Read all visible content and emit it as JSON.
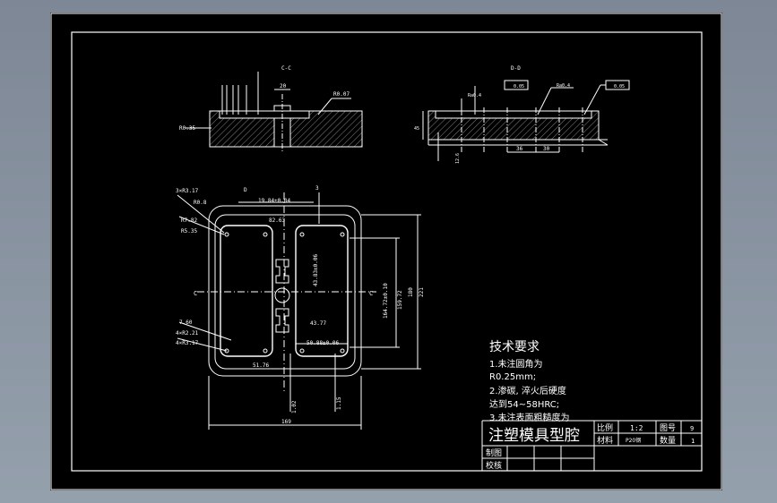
{
  "sections": {
    "cc_label": "C-C",
    "dd_label": "D-D"
  },
  "dims": {
    "cc_r": "R0.35",
    "cc_20": "20",
    "cc_r07": "R0.07",
    "dd_ra": "Ra0.4",
    "dd_ra2": "Ra0.4",
    "dd_tol1": "0.05",
    "dd_tol2": "0.05",
    "dd_h": "45",
    "dd_36": "36",
    "dd_30": "30",
    "dd_126": "12.6",
    "pv_d": "D",
    "pv_3": "3",
    "pv_w1": "19.84±0.04",
    "pv_r317": "3×R3.17",
    "pv_r08": "R0.8",
    "pv_r82": "R7.82",
    "pv_r535": "R5.35",
    "pv_82": "82.63",
    "pv_164": "164.72±0.10",
    "pv_1597": "159.72",
    "pv_180": "180",
    "pv_221": "221",
    "pv_4383": "43.83±0.06",
    "pv_4377": "43.77",
    "pv_5088": "50.88±0.06",
    "pv_7": "7.60",
    "pv_r221": "4×R2.21",
    "pv_r317b": "4×R3.17",
    "pv_5176": "51.76",
    "pv_1": "1.02",
    "pv_2": "1.15",
    "pv_169": "169",
    "pv_c1": "C",
    "pv_c2": "C"
  },
  "tech": {
    "heading": "技术要求",
    "line1": "1.未注圆角为",
    "line2": "R0.25mm;",
    "line3": "2.渗碳, 淬火后硬度",
    "line4": "达到54~58HRC;",
    "line5": "3.未注表面粗糙度为"
  },
  "titleblock": {
    "title": "注塑模具型腔",
    "scale_label": "比例",
    "scale_value": "1:2",
    "drawno_label": "图号",
    "drawno_value": "9",
    "material_label": "材料",
    "material_value": "P20钢",
    "qty_label": "数量",
    "qty_value": "1",
    "drawn_label": "制图",
    "checked_label": "校核"
  }
}
